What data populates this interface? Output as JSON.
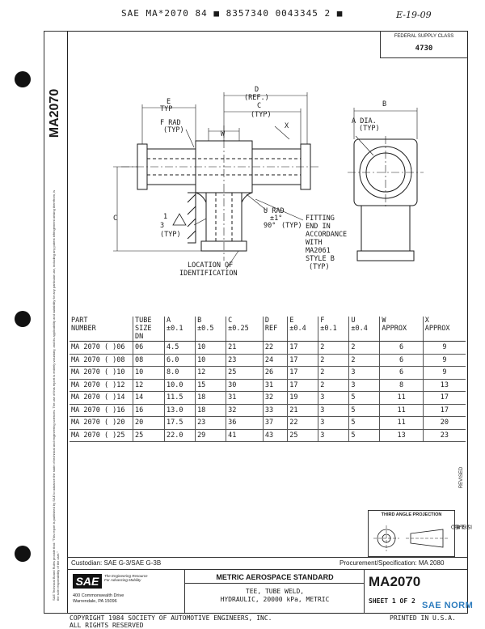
{
  "header": {
    "code_line": "SAE MA*2070 84 ■ 8357340 0043345 2 ■",
    "handwritten_date": "E-19-09"
  },
  "side": {
    "doc_number": "MA2070",
    "notice": "SAE Technical Board Rules provide that: \"This report is published by SAE to advance the state of technical and engineering sciences. The use of this report is entirely voluntary, and its applicability and suitability for any particular use, including any patent infringement arising therefrom, is the sole responsibility of the user.\""
  },
  "federal_supply": {
    "label": "FEDERAL SUPPLY CLASS",
    "value": "4730"
  },
  "drawing": {
    "dim_d": "D",
    "dim_d_ref": "(REF.)",
    "dim_c": "C",
    "dim_c_typ": "(TYP)",
    "dim_e": "E",
    "dim_e_typ": "TYP",
    "f_rad": "F RAD",
    "f_rad_typ": "(TYP)",
    "dim_w": "W",
    "dim_x": "X",
    "dim_b": "B",
    "a_dia": "A DIA.",
    "a_dia_typ": "(TYP)",
    "c_side": "C",
    "u_rad": "U RAD",
    "angle_tol": "±1°",
    "angle": "90°",
    "angle_typ": "(TYP)",
    "callout_1": "1",
    "callout_3": "3",
    "callout_typ": "(TYP)",
    "fitting_note": [
      "FITTING",
      "END IN",
      "ACCORDANCE",
      "WITH",
      "MA2061",
      "STYLE B",
      "(TYP)"
    ],
    "location_note": [
      "LOCATION OF",
      "IDENTIFICATION"
    ]
  },
  "table": {
    "headers": [
      [
        "PART",
        "NUMBER"
      ],
      [
        "TUBE",
        "SIZE",
        "DN"
      ],
      [
        "A",
        "±0.1"
      ],
      [
        "B",
        "±0.5"
      ],
      [
        "C",
        "±0.25"
      ],
      [
        "D",
        "REF"
      ],
      [
        "E",
        "±0.4"
      ],
      [
        "F",
        "±0.1"
      ],
      [
        "U",
        "±0.4"
      ],
      [
        "W",
        "APPROX"
      ],
      [
        "X",
        "APPROX"
      ]
    ],
    "rows": [
      [
        "MA 2070 ( )06",
        "06",
        "4.5",
        "10",
        "21",
        "22",
        "17",
        "2",
        "2",
        "6",
        "9"
      ],
      [
        "MA 2070 ( )08",
        "08",
        "6.0",
        "10",
        "23",
        "24",
        "17",
        "2",
        "2",
        "6",
        "9"
      ],
      [
        "MA 2070 ( )10",
        "10",
        "8.0",
        "12",
        "25",
        "26",
        "17",
        "2",
        "3",
        "6",
        "9"
      ],
      [
        "MA 2070 ( )12",
        "12",
        "10.0",
        "15",
        "30",
        "31",
        "17",
        "2",
        "3",
        "8",
        "13"
      ],
      [
        "MA 2070 ( )14",
        "14",
        "11.5",
        "18",
        "31",
        "32",
        "19",
        "3",
        "5",
        "11",
        "17"
      ],
      [
        "MA 2070 ( )16",
        "16",
        "13.0",
        "18",
        "32",
        "33",
        "21",
        "3",
        "5",
        "11",
        "17"
      ],
      [
        "MA 2070 ( )20",
        "20",
        "17.5",
        "23",
        "36",
        "37",
        "22",
        "3",
        "5",
        "11",
        "20"
      ],
      [
        "MA 2070 ( )25",
        "25",
        "22.0",
        "29",
        "41",
        "43",
        "25",
        "3",
        "5",
        "13",
        "23"
      ]
    ]
  },
  "revision": {
    "revised_label": "REVISED",
    "issued_label": "ISSUED",
    "issued_date": "7-1-84"
  },
  "projection": {
    "label": "THIRD ANGLE PROJECTION"
  },
  "strip": {
    "custodian": "Custodian: SAE G-3/SAE G-3B",
    "procurement": "Procurement/Specification: MA 2080"
  },
  "title_block": {
    "logo": "SAE",
    "tagline": "The Engineering Resource For Advancing Mobility",
    "address_1": "400 Commonwealth Drive",
    "address_2": "Warrendale, PA 15096",
    "standard_title": "METRIC AEROSPACE STANDARD",
    "part_title_1": "TEE, TUBE WELD,",
    "part_title_2": "HYDRAULIC, 20000 kPa, METRIC",
    "doc_number": "MA2070",
    "sheet": "SHEET 1 OF 2"
  },
  "footer": {
    "copyright_1": "COPYRIGHT 1984 SOCIETY OF AUTOMOTIVE ENGINEERS, INC.",
    "copyright_2": "ALL RIGHTS RESERVED",
    "printed": "PRINTED IN U.S.A.",
    "watermark": "SAE NORM"
  }
}
